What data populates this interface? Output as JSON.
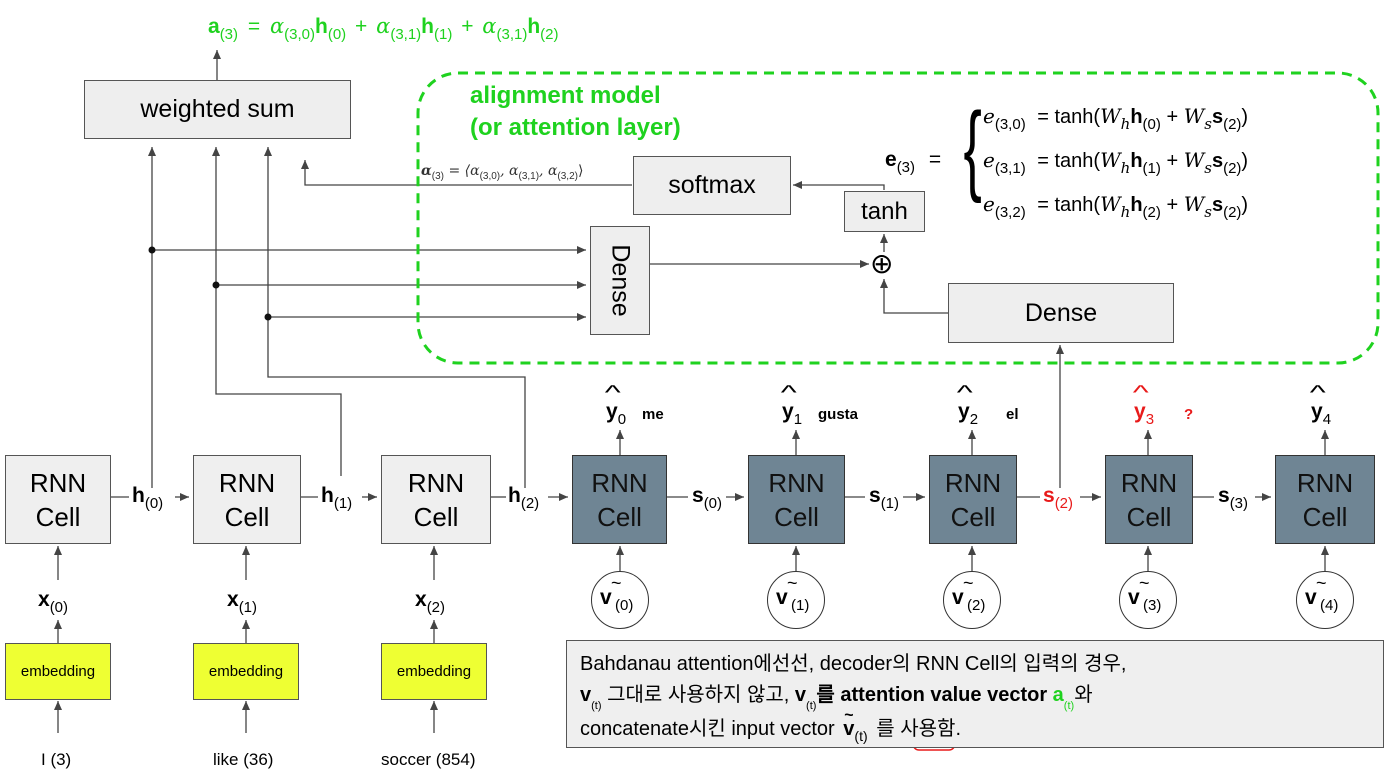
{
  "top_eq": {
    "lhs": "a",
    "lhs_sub": "(3)",
    "alpha": "α",
    "h": "h",
    "t1_asub": "(3,0)",
    "t1_hsub": "(0)",
    "t2_asub": "(3,1)",
    "t2_hsub": "(1)",
    "t3_asub": "(3,1)",
    "t3_hsub": "(2)",
    "eq": "=",
    "plus": "+"
  },
  "weighted_sum": "weighted sum",
  "alignment": {
    "line1": "alignment model",
    "line2": "(or attention layer)"
  },
  "alpha_vec": {
    "label": "α",
    "sub": "(3)",
    "rest": " = ⟨α",
    "s1": "(3,0)",
    "c1": ", α",
    "s2": "(3,1)",
    "c2": ", α",
    "s3": "(3,2)",
    "end": "⟩"
  },
  "softmax": "softmax",
  "tanh": "tanh",
  "dense_v": "Dense",
  "dense_h": "Dense",
  "oplus": "⊕",
  "e_lhs": {
    "e": "e",
    "sub": "(3)",
    "eq": "="
  },
  "e_rows": [
    {
      "e": "e",
      "esub": "(3,0)",
      "fn": "tanh(",
      "w": "W",
      "wsub": "h",
      "h": "h",
      "hsub": "(0)",
      "plus": " + ",
      "ws": "W",
      "wssub": "s",
      "s": "s",
      "ssub": "(2)",
      "close": ")"
    },
    {
      "e": "e",
      "esub": "(3,1)",
      "fn": "tanh(",
      "w": "W",
      "wsub": "h",
      "h": "h",
      "hsub": "(1)",
      "plus": " + ",
      "ws": "W",
      "wssub": "s",
      "s": "s",
      "ssub": "(2)",
      "close": ")"
    },
    {
      "e": "e",
      "esub": "(3,2)",
      "fn": "tanh(",
      "w": "W",
      "wsub": "h",
      "h": "h",
      "hsub": "(2)",
      "plus": " + ",
      "ws": "W",
      "wssub": "s",
      "s": "s",
      "ssub": "(2)",
      "close": ")"
    }
  ],
  "eq_sign": "=",
  "brace": "{",
  "cell": {
    "line1": "RNN",
    "line2": "Cell"
  },
  "encoder": [
    {
      "x": "x",
      "xsub": "(0)",
      "h": "h",
      "hsub": "(0)",
      "emb": "embedding",
      "word": "I (3)"
    },
    {
      "x": "x",
      "xsub": "(1)",
      "h": "h",
      "hsub": "(1)",
      "emb": "embedding",
      "word": "like (36)"
    },
    {
      "x": "x",
      "xsub": "(2)",
      "h": "h",
      "hsub": "(2)",
      "emb": "embedding",
      "word": "soccer (854)"
    }
  ],
  "decoder": [
    {
      "y": "y",
      "ysub": "0",
      "word": "me",
      "v": "v",
      "vsub": "(0)",
      "s": "s",
      "ssub": "(0)"
    },
    {
      "y": "y",
      "ysub": "1",
      "word": "gusta",
      "v": "v",
      "vsub": "(1)",
      "s": "s",
      "ssub": "(1)"
    },
    {
      "y": "y",
      "ysub": "2",
      "word": "el",
      "v": "v",
      "vsub": "(2)",
      "s": "s",
      "ssub": "(2)"
    },
    {
      "y": "y",
      "ysub": "3",
      "word": "?",
      "v": "v",
      "vsub": "(3)",
      "s": "s",
      "ssub": "(3)"
    },
    {
      "y": "y",
      "ysub": "4",
      "word": "",
      "v": "v",
      "vsub": "(4)"
    }
  ],
  "hat": "^",
  "tilde": "~",
  "note": {
    "line1": "Bahdanau attention에선선, decoder의 RNN Cell의 입력의 경우,",
    "l2_v1": "v",
    "l2_s1": "(t)",
    "l2_mid": " 그대로 사용하지 않고, ",
    "l2_v2": "v",
    "l2_s2": "(t)",
    "l2_rul": "를 ",
    "l2_bold": "attention value vector ",
    "l2_a": "a",
    "l2_as": "(t)",
    "l2_end": "와",
    "l3_pre": "concatenate시킨 input vector ",
    "l3_v": "v",
    "l3_s": "(t)",
    "l3_end": "를 사용함."
  },
  "colors": {
    "green": "#1fd21f",
    "red": "#e81a1a",
    "decoder": "#6f8594",
    "embedding": "#eeff33",
    "box": "#eeeeee"
  }
}
